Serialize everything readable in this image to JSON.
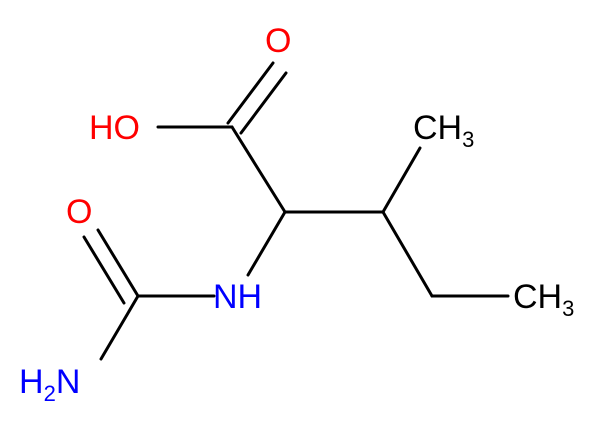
{
  "molecule": {
    "atoms": {
      "o_carbonyl": {
        "label": "O",
        "color": "#ff0000"
      },
      "o_hydroxyl": {
        "label": "HO",
        "color": "#ff0000"
      },
      "ch3_top": {
        "label": "CH",
        "sub": "3",
        "color": "#000000"
      },
      "ch3_bottom": {
        "label": "CH",
        "sub": "3",
        "color": "#000000"
      },
      "o_urea": {
        "label": "O",
        "color": "#ff0000"
      },
      "nh": {
        "label": "NH",
        "color": "#0000ff"
      },
      "nh2": {
        "label": "H",
        "sub": "2",
        "tail": "N",
        "color": "#0000ff"
      }
    },
    "colors": {
      "bond": "#000000",
      "oxygen": "#ff0000",
      "nitrogen": "#0000ff"
    }
  }
}
